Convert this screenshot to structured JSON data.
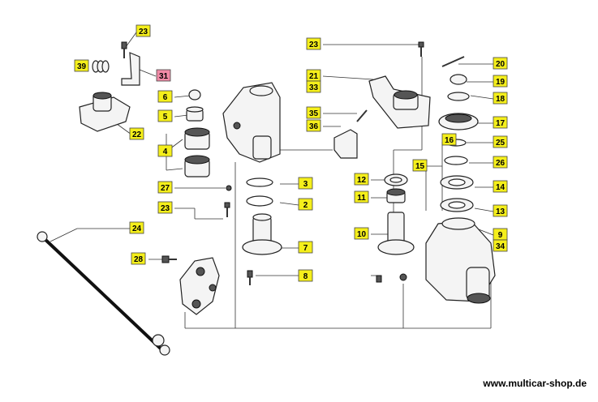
{
  "website": "www.multicar-shop.de",
  "colors": {
    "callout_fill": "#f5ef1b",
    "callout_highlight": "#f08aa6",
    "line": "#333333"
  },
  "callouts": [
    {
      "label": "23",
      "highlight": false
    },
    {
      "label": "39",
      "highlight": false
    },
    {
      "label": "31",
      "highlight": true
    },
    {
      "label": "22",
      "highlight": false
    },
    {
      "label": "6",
      "highlight": false
    },
    {
      "label": "5",
      "highlight": false
    },
    {
      "label": "4",
      "highlight": false
    },
    {
      "label": "27",
      "highlight": false
    },
    {
      "label": "23",
      "highlight": false
    },
    {
      "label": "24",
      "highlight": false
    },
    {
      "label": "28",
      "highlight": false
    },
    {
      "label": "3",
      "highlight": false
    },
    {
      "label": "2",
      "highlight": false
    },
    {
      "label": "7",
      "highlight": false
    },
    {
      "label": "8",
      "highlight": false
    },
    {
      "label": "23",
      "highlight": false
    },
    {
      "label": "21",
      "highlight": false
    },
    {
      "label": "33",
      "highlight": false
    },
    {
      "label": "35",
      "highlight": false
    },
    {
      "label": "36",
      "highlight": false
    },
    {
      "label": "12",
      "highlight": false
    },
    {
      "label": "11",
      "highlight": false
    },
    {
      "label": "10",
      "highlight": false
    },
    {
      "label": "15",
      "highlight": false
    },
    {
      "label": "16",
      "highlight": false
    },
    {
      "label": "20",
      "highlight": false
    },
    {
      "label": "19",
      "highlight": false
    },
    {
      "label": "18",
      "highlight": false
    },
    {
      "label": "17",
      "highlight": false
    },
    {
      "label": "25",
      "highlight": false
    },
    {
      "label": "26",
      "highlight": false
    },
    {
      "label": "14",
      "highlight": false
    },
    {
      "label": "13",
      "highlight": false
    },
    {
      "label": "9",
      "highlight": false
    },
    {
      "label": "34",
      "highlight": false
    }
  ]
}
